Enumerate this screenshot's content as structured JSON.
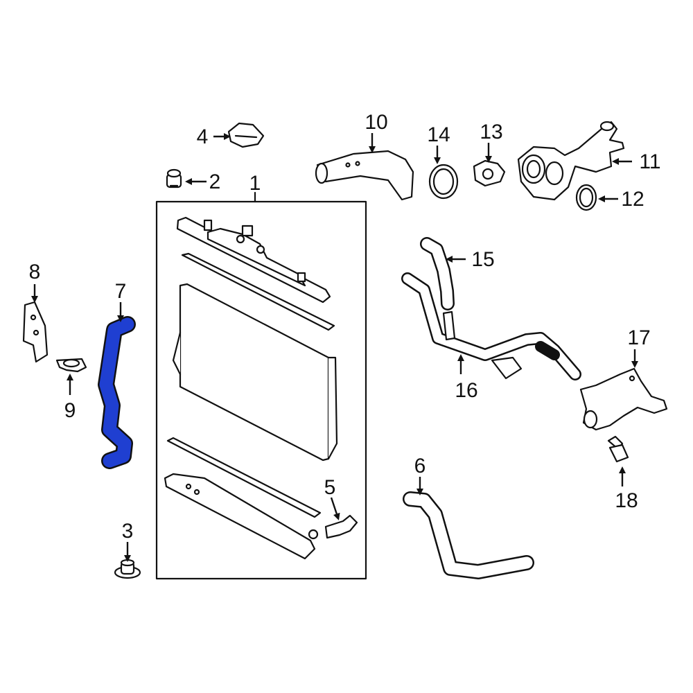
{
  "colors": {
    "line": "#111111",
    "highlight": "#1f3fd1",
    "background": "#ffffff"
  },
  "callouts": [
    {
      "id": "p1",
      "text": "1"
    },
    {
      "id": "p2",
      "text": "2"
    },
    {
      "id": "p3",
      "text": "3"
    },
    {
      "id": "p4",
      "text": "4"
    },
    {
      "id": "p5",
      "text": "5"
    },
    {
      "id": "p6",
      "text": "6"
    },
    {
      "id": "p7",
      "text": "7",
      "highlighted": true
    },
    {
      "id": "p8",
      "text": "8"
    },
    {
      "id": "p9",
      "text": "9"
    },
    {
      "id": "p10",
      "text": "10"
    },
    {
      "id": "p11",
      "text": "11"
    },
    {
      "id": "p12",
      "text": "12"
    },
    {
      "id": "p13",
      "text": "13"
    },
    {
      "id": "p14",
      "text": "14"
    },
    {
      "id": "p15",
      "text": "15"
    },
    {
      "id": "p16",
      "text": "16"
    },
    {
      "id": "p17",
      "text": "17"
    },
    {
      "id": "p18",
      "text": "18"
    }
  ]
}
